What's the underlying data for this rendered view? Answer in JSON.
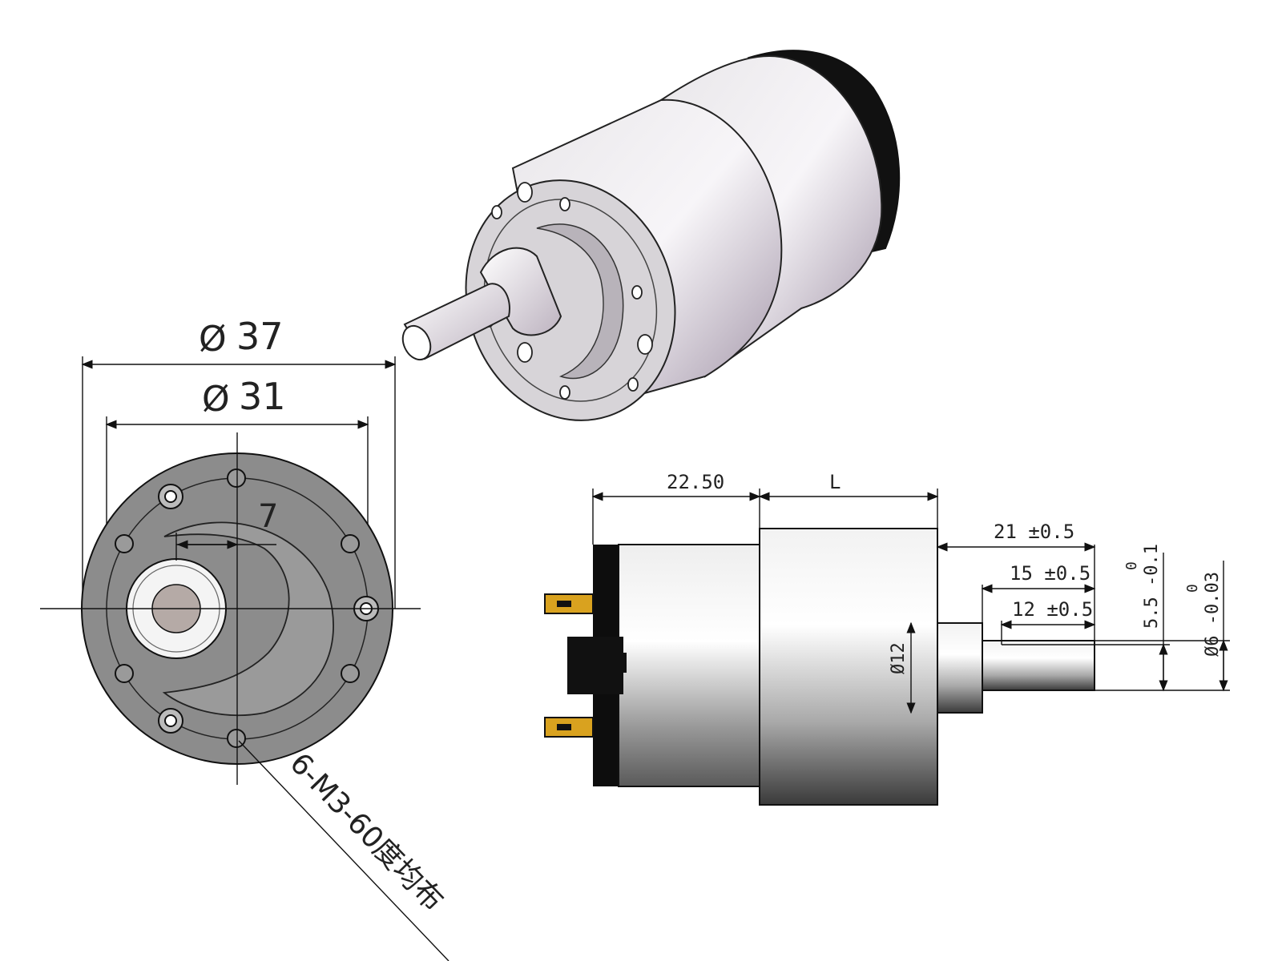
{
  "front_view": {
    "outer_diameter": "37",
    "pitch_diameter": "31",
    "shaft_offset": "7",
    "mounting_note": "6-M3-60度均布",
    "diameter_symbol": "Ø"
  },
  "side_view": {
    "gearbox_length": "22.50",
    "motor_length": "L",
    "shaft_length": "21 ±0.5",
    "shaft_length_2": "15 ±0.5",
    "flat_length": "12 ±0.5",
    "boss_diameter": "Ø12",
    "flat_dimension": "5.5 -0.1",
    "flat_dimension_upper": "0",
    "shaft_diameter": "Ø6 -0.03",
    "shaft_diameter_upper": "0"
  },
  "colors": {
    "line": "#111111",
    "gearbox_face": "#8c8c8c",
    "motor_body": "#d9d6db",
    "terminal": "#d9a21f",
    "end_cap": "#0d0d0d"
  },
  "icons": {
    "shaft_flat": "d-shaft-icon",
    "mount_hole": "screw-hole-icon"
  }
}
